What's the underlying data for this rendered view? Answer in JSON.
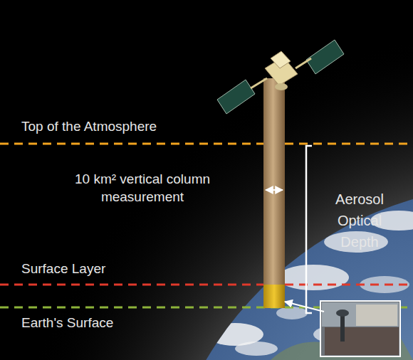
{
  "diagram": {
    "labels": [
      "Top of the Atmosphere",
      "10 km² vertical column measurement",
      "Aerosol Optical Depth",
      "Surface Layer",
      "Earth's Surface"
    ]
  }
}
